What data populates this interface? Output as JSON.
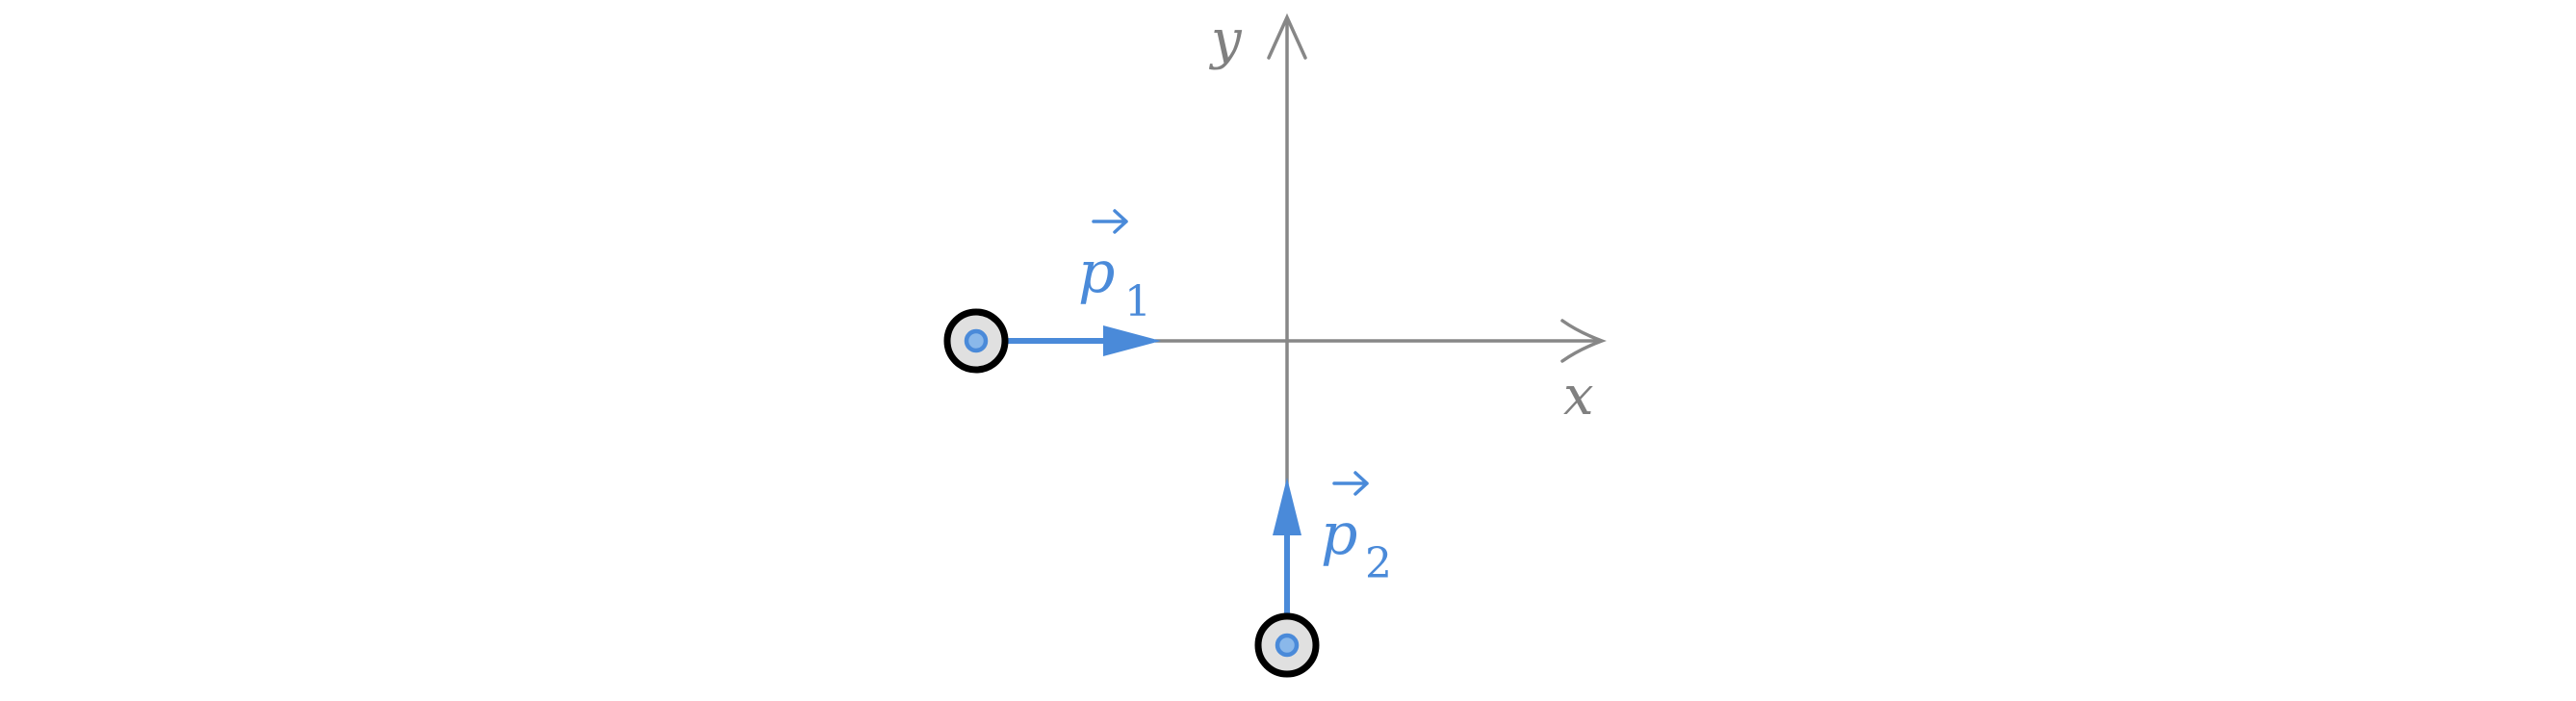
{
  "axes": {
    "x_label": "x",
    "y_label": "y"
  },
  "vectors": [
    {
      "symbol": "p",
      "subscript": "1",
      "direction": "+x"
    },
    {
      "symbol": "p",
      "subscript": "2",
      "direction": "+y"
    }
  ],
  "colors": {
    "axis": "#878787",
    "vector": "#4a8ad9",
    "particle_ring": "#000000",
    "particle_fill": "#e0e0e0"
  }
}
